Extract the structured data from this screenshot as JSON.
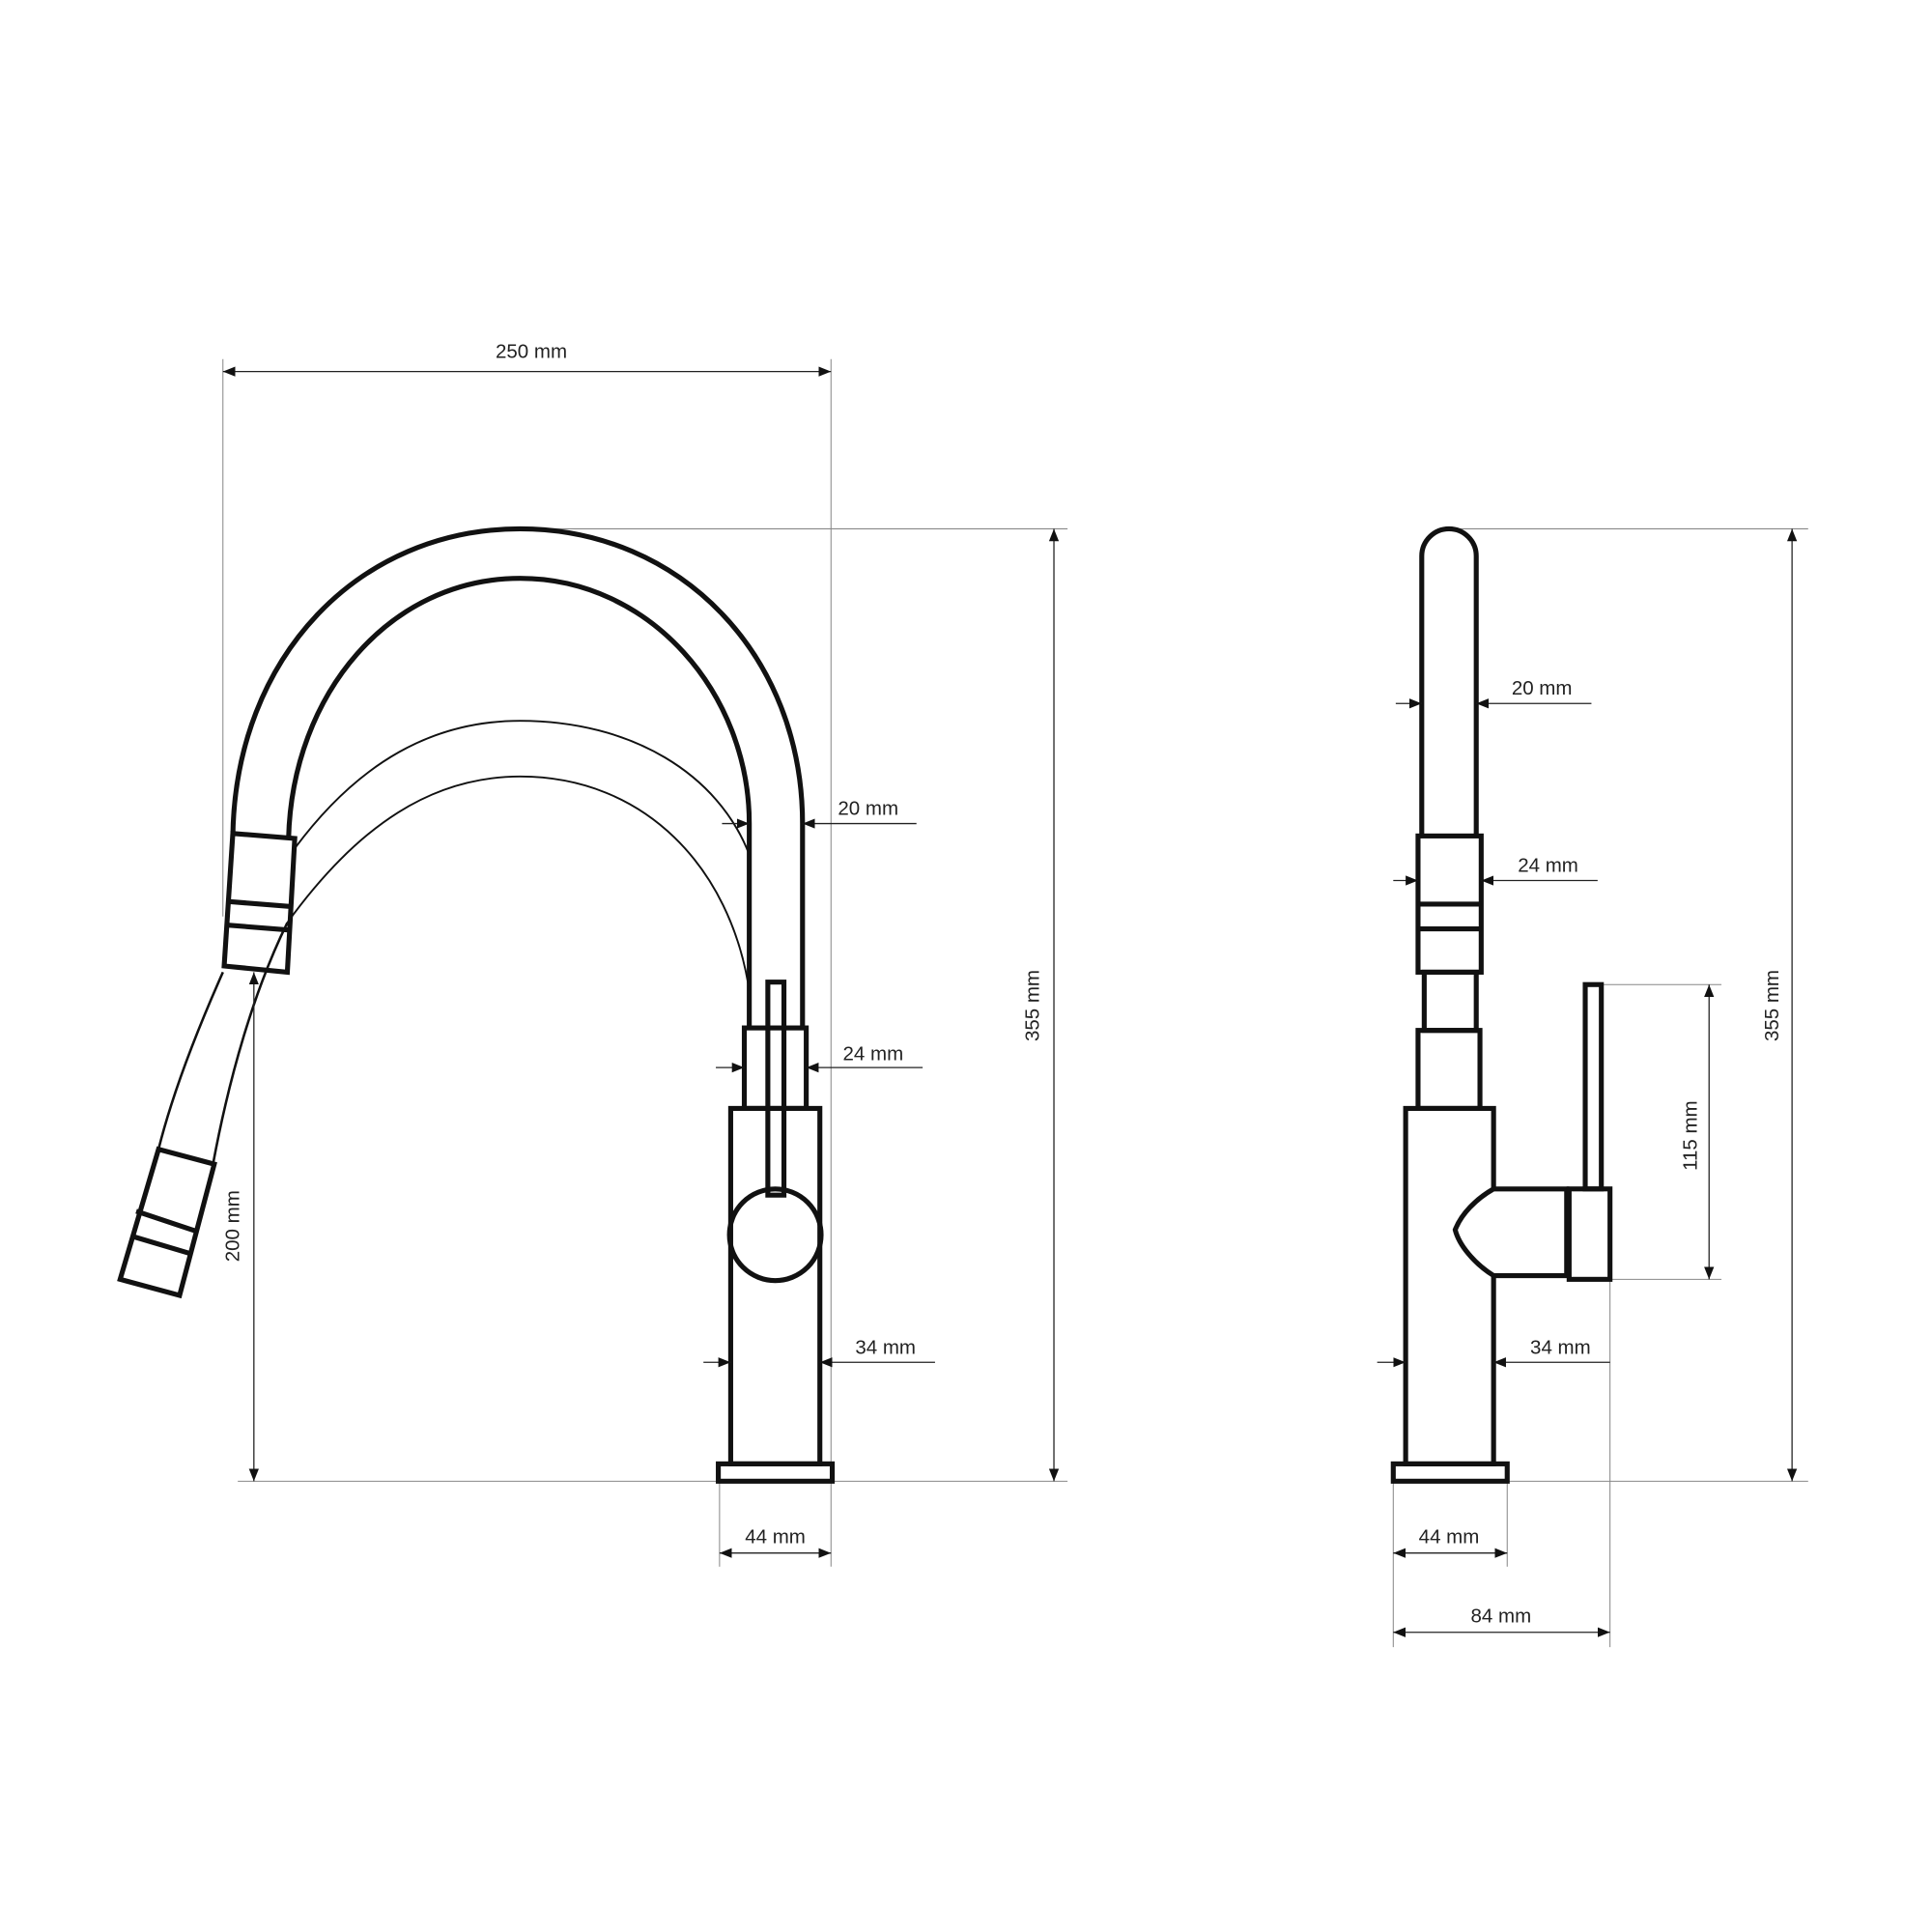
{
  "front_view": {
    "width_total": "250 mm",
    "height_total": "355 mm",
    "spout_height": "200 mm",
    "pipe_diameter": "20 mm",
    "collar_diameter": "24 mm",
    "body_diameter": "34 mm",
    "base_diameter": "44 mm"
  },
  "side_view": {
    "height_total": "355 mm",
    "lever_height": "115 mm",
    "pipe_diameter": "20 mm",
    "collar_diameter": "24 mm",
    "body_diameter": "34 mm",
    "base_diameter": "44 mm",
    "depth_total": "84 mm"
  },
  "colors": {
    "line": "#111111",
    "dimension": "#222222"
  }
}
